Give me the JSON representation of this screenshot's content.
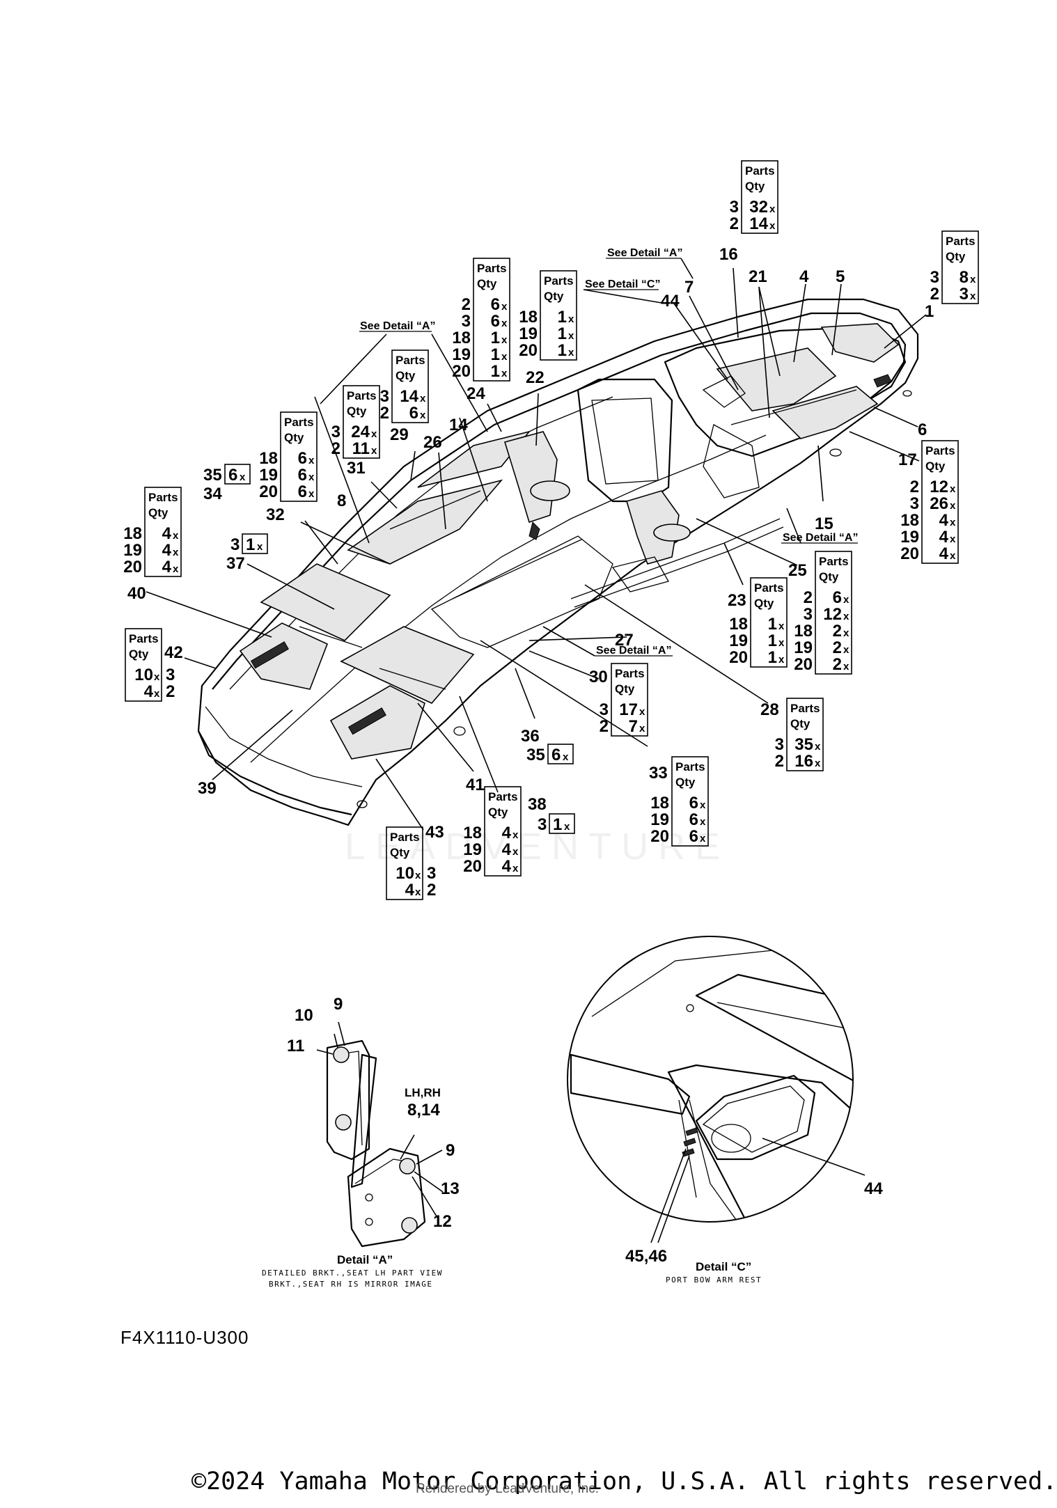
{
  "parts_header": "Parts",
  "qty_header": "Qty",
  "qty_suffix": "x",
  "see_notes": {
    "detail_a": "See Detail “A”",
    "detail_c": "See Detail “C”"
  },
  "callouts": [
    {
      "id": "c1",
      "label": "1"
    },
    {
      "id": "c4",
      "label": "4"
    },
    {
      "id": "c5",
      "label": "5"
    },
    {
      "id": "c6",
      "label": "6"
    },
    {
      "id": "c7",
      "label": "7"
    },
    {
      "id": "c8",
      "label": "8"
    },
    {
      "id": "c14",
      "label": "14"
    },
    {
      "id": "c15",
      "label": "15"
    },
    {
      "id": "c16",
      "label": "16"
    },
    {
      "id": "c17",
      "label": "17"
    },
    {
      "id": "c21",
      "label": "21"
    },
    {
      "id": "c22",
      "label": "22"
    },
    {
      "id": "c23",
      "label": "23"
    },
    {
      "id": "c24",
      "label": "24"
    },
    {
      "id": "c25",
      "label": "25"
    },
    {
      "id": "c26",
      "label": "26"
    },
    {
      "id": "c27",
      "label": "27"
    },
    {
      "id": "c28",
      "label": "28"
    },
    {
      "id": "c29",
      "label": "29"
    },
    {
      "id": "c30",
      "label": "30"
    },
    {
      "id": "c31",
      "label": "31"
    },
    {
      "id": "c32",
      "label": "32"
    },
    {
      "id": "c33",
      "label": "33"
    },
    {
      "id": "c34",
      "label": "34"
    },
    {
      "id": "c36",
      "label": "36"
    },
    {
      "id": "c37",
      "label": "37"
    },
    {
      "id": "c38",
      "label": "38"
    },
    {
      "id": "c39",
      "label": "39"
    },
    {
      "id": "c40",
      "label": "40"
    },
    {
      "id": "c41",
      "label": "41"
    },
    {
      "id": "c42",
      "label": "42"
    },
    {
      "id": "c43",
      "label": "43"
    },
    {
      "id": "c44",
      "label": "44"
    }
  ],
  "qty_tables": [
    {
      "id": "t16",
      "rows": [
        {
          "part": "3",
          "qty": "32"
        },
        {
          "part": "2",
          "qty": "14"
        }
      ]
    },
    {
      "id": "t1",
      "rows": [
        {
          "part": "3",
          "qty": "8"
        },
        {
          "part": "2",
          "qty": "3"
        }
      ]
    },
    {
      "id": "t24",
      "rows": [
        {
          "part": "2",
          "qty": "6"
        },
        {
          "part": "3",
          "qty": "6"
        },
        {
          "part": "18",
          "qty": "1"
        },
        {
          "part": "19",
          "qty": "1"
        },
        {
          "part": "20",
          "qty": "1"
        }
      ]
    },
    {
      "id": "t22",
      "rows": [
        {
          "part": "18",
          "qty": "1"
        },
        {
          "part": "19",
          "qty": "1"
        },
        {
          "part": "20",
          "qty": "1"
        }
      ]
    },
    {
      "id": "t29",
      "rows": [
        {
          "part": "3",
          "qty": "14"
        },
        {
          "part": "2",
          "qty": "6"
        }
      ]
    },
    {
      "id": "t31",
      "rows": [
        {
          "part": "3",
          "qty": "24"
        },
        {
          "part": "2",
          "qty": "11"
        }
      ]
    },
    {
      "id": "t32",
      "rows": [
        {
          "part": "18",
          "qty": "6"
        },
        {
          "part": "19",
          "qty": "6"
        },
        {
          "part": "20",
          "qty": "6"
        }
      ]
    },
    {
      "id": "t17",
      "rows": [
        {
          "part": "2",
          "qty": "12"
        },
        {
          "part": "3",
          "qty": "26"
        },
        {
          "part": "18",
          "qty": "4"
        },
        {
          "part": "19",
          "qty": "4"
        },
        {
          "part": "20",
          "qty": "4"
        }
      ]
    },
    {
      "id": "t25",
      "rows": [
        {
          "part": "2",
          "qty": "6"
        },
        {
          "part": "3",
          "qty": "12"
        },
        {
          "part": "18",
          "qty": "2"
        },
        {
          "part": "19",
          "qty": "2"
        },
        {
          "part": "20",
          "qty": "2"
        }
      ]
    },
    {
      "id": "t23",
      "rows": [
        {
          "part": "18",
          "qty": "1"
        },
        {
          "part": "19",
          "qty": "1"
        },
        {
          "part": "20",
          "qty": "1"
        }
      ]
    },
    {
      "id": "t40",
      "rows": [
        {
          "part": "18",
          "qty": "4"
        },
        {
          "part": "19",
          "qty": "4"
        },
        {
          "part": "20",
          "qty": "4"
        }
      ]
    },
    {
      "id": "t42",
      "rows": [
        {
          "part": "3",
          "qty": "10"
        },
        {
          "part": "2",
          "qty": "4"
        }
      ]
    },
    {
      "id": "t30",
      "rows": [
        {
          "part": "3",
          "qty": "17"
        },
        {
          "part": "2",
          "qty": "7"
        }
      ]
    },
    {
      "id": "t28",
      "rows": [
        {
          "part": "3",
          "qty": "35"
        },
        {
          "part": "2",
          "qty": "16"
        }
      ]
    },
    {
      "id": "t33",
      "rows": [
        {
          "part": "18",
          "qty": "6"
        },
        {
          "part": "19",
          "qty": "6"
        },
        {
          "part": "20",
          "qty": "6"
        }
      ]
    },
    {
      "id": "t41",
      "rows": [
        {
          "part": "18",
          "qty": "4"
        },
        {
          "part": "19",
          "qty": "4"
        },
        {
          "part": "20",
          "qty": "4"
        }
      ]
    },
    {
      "id": "t43",
      "rows": [
        {
          "part": "3",
          "qty": "10"
        },
        {
          "part": "2",
          "qty": "4"
        }
      ]
    }
  ],
  "inline_qty": [
    {
      "id": "i35a",
      "part": "35",
      "qty": "6"
    },
    {
      "id": "i37",
      "part": "3",
      "qty": "1"
    },
    {
      "id": "i35b",
      "part": "35",
      "qty": "6"
    },
    {
      "id": "i38",
      "part": "3",
      "qty": "1"
    }
  ],
  "detail_a": {
    "title": "Detail “A”",
    "sub1": "DETAILED BRKT.,SEAT LH PART VIEW",
    "sub2": "BRKT.,SEAT RH IS MIRROR IMAGE",
    "side_label": "LH,RH",
    "callouts": {
      "c9a": "9",
      "c10": "10",
      "c11": "11",
      "c8_14": "8,14",
      "c9b": "9",
      "c13": "13",
      "c12": "12"
    }
  },
  "detail_c": {
    "title": "Detail “C”",
    "sub1": "PORT BOW ARM REST",
    "callouts": {
      "c44": "44",
      "c45_46": "45,46"
    }
  },
  "figure_code": "F4X1110-U300",
  "copyright": "©2024 Yamaha Motor Corporation, U.S.A. All rights reserved.",
  "rendered_by": "Rendered by LeadVenture, Inc.",
  "watermark": "LEADVENTURE"
}
